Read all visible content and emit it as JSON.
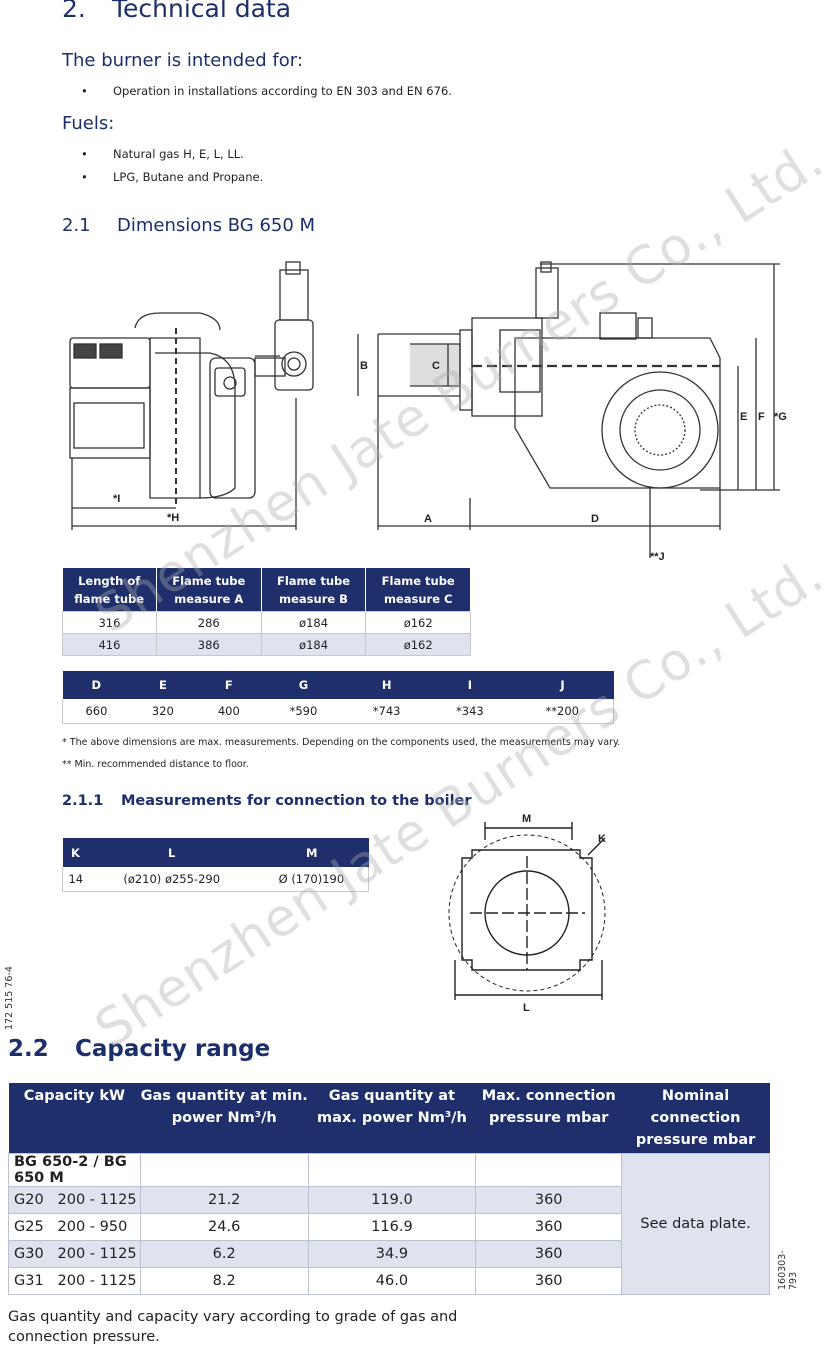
{
  "heading": {
    "num": "2.",
    "title": "Technical data"
  },
  "intended": {
    "title": "The burner is intended for:",
    "items": [
      "Operation in installations according to EN 303 and EN 676."
    ]
  },
  "fuels": {
    "title": "Fuels:",
    "items": [
      "Natural gas H, E, L, LL.",
      "LPG, Butane and Propane."
    ]
  },
  "dimensions": {
    "num": "2.1",
    "title": "Dimensions BG 650 M"
  },
  "drawing_labels": {
    "I": "*I",
    "H": "*H",
    "A": "A",
    "B": "B",
    "C": "C",
    "D": "D",
    "E": "E",
    "F": "F",
    "G": "*G",
    "J": "**J"
  },
  "flame_table": {
    "headers": [
      "Length of flame tube",
      "Flame tube measure A",
      "Flame tube measure B",
      "Flame tube measure C"
    ],
    "rows": [
      [
        "316",
        "286",
        "ø184",
        "ø162"
      ],
      [
        "416",
        "386",
        "ø184",
        "ø162"
      ]
    ]
  },
  "dim_table": {
    "headers": [
      "D",
      "E",
      "F",
      "G",
      "H",
      "I",
      "J"
    ],
    "values": [
      "660",
      "320",
      "400",
      "*590",
      "*743",
      "*343",
      "**200"
    ]
  },
  "notes": [
    "* The above dimensions are max. measurements. Depending on the components used, the measurements may vary.",
    "** Min. recommended distance to floor."
  ],
  "boiler": {
    "num": "2.1.1",
    "title": "Measurements for connection to the boiler",
    "headers": [
      "K",
      "L",
      "M"
    ],
    "values": [
      "14",
      "(ø210) ø255-290",
      "Ø (170)190"
    ],
    "labels": {
      "M": "M",
      "K": "K",
      "L": "L"
    }
  },
  "side_code_1": "172 515 76-4",
  "capacity": {
    "num": "2.2",
    "title": "Capacity range",
    "headers": [
      "Capacity kW",
      "Gas quantity at min. power Nm³/h",
      "Gas quantity at max. power Nm³/h",
      "Max. connection pressure mbar",
      "Nominal connection pressure mbar"
    ],
    "group": "BG 650-2 / BG 650 M",
    "rows": [
      {
        "gas": "G20",
        "kw": "200 - 1125",
        "min": "21.2",
        "max": "119.0",
        "pressure": "360"
      },
      {
        "gas": "G25",
        "kw": "200 - 950",
        "min": "24.6",
        "max": "116.9",
        "pressure": "360"
      },
      {
        "gas": "G30",
        "kw": "200 - 1125",
        "min": "6.2",
        "max": "34.9",
        "pressure": "360"
      },
      {
        "gas": "G31",
        "kw": "200 - 1125",
        "min": "8.2",
        "max": "46.0",
        "pressure": "360"
      }
    ],
    "nominal": "See data plate.",
    "footer": "Gas quantity and capacity vary according to grade of gas and connection pressure."
  },
  "side_code_2": "160303-793",
  "watermark": "Shenzhen Jate Burners Co., Ltd."
}
